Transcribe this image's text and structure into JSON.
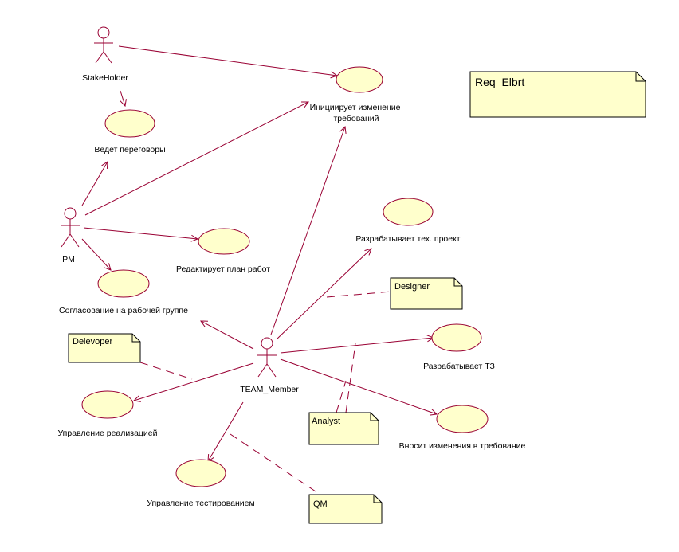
{
  "diagram": {
    "colors": {
      "edge": "#990033",
      "usecase_fill": "#ffffcc",
      "note_fill": "#ffffcc",
      "outline": "#990033",
      "note_outline": "#000000"
    },
    "actors": {
      "stakeholder": "StakeHolder",
      "pm": "PM",
      "team_member": "TEAM_Member"
    },
    "usecases": {
      "initiate_change": [
        "Инициирует изменение",
        "требований"
      ],
      "negotiate": "Ведет переговоры",
      "edit_plan": "Редактирует план работ",
      "agreement": "Согласование на рабочей группе",
      "tech_project": "Разрабатывает тех. проект",
      "tz": "Разрабатывает ТЗ",
      "changes": "Вносит изменения в требование",
      "impl_mgmt": "Управление реализацией",
      "test_mgmt": "Управление тестированием"
    },
    "notes": {
      "req": "Req_Elbrt",
      "designer": "Designer",
      "developer": "Delevoper",
      "analyst": "Analyst",
      "qm": "QM"
    }
  }
}
